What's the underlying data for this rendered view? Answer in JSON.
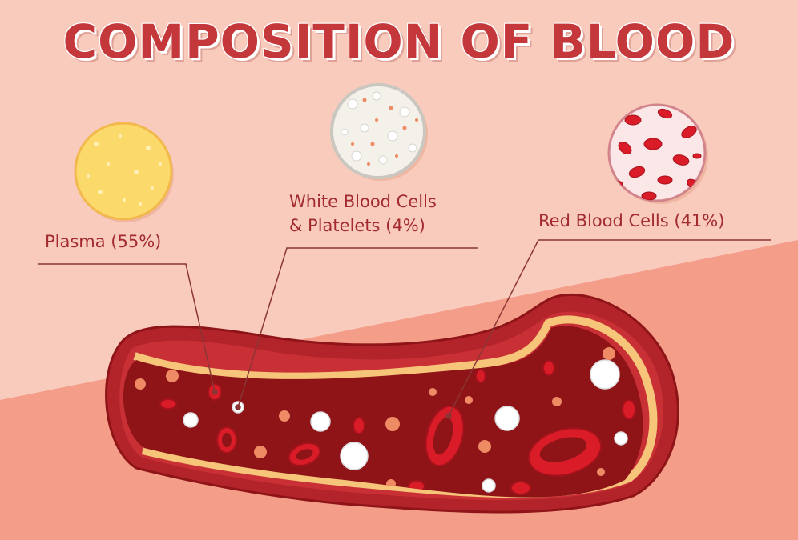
{
  "title": "COMPOSITION OF BLOOD",
  "components": {
    "plasma": {
      "label": "Plasma (55%)",
      "percent": 55
    },
    "wbc": {
      "label_line1": "White Blood Cells",
      "label_line2": "& Platelets (4%)",
      "percent": 4
    },
    "rbc": {
      "label": "Red Blood Cells (41%)",
      "percent": 41
    }
  },
  "colors": {
    "background": "#f8cbbd",
    "background_lower": "#f49d89",
    "title_red": "#c4373a",
    "label_red": "#a32b30",
    "plasma_yellow": "#fcd96b",
    "vessel_dark": "#8e1418",
    "vessel_wall": "#b3232a",
    "fat_yellow": "#f6c57a",
    "red_cell": "#d91c27",
    "white_cell": "#ffffff",
    "platelet": "#ee8a64"
  }
}
